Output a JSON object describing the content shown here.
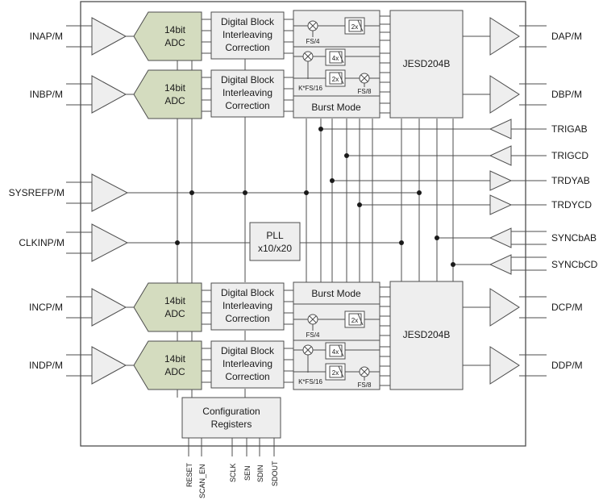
{
  "inputs": {
    "ina": "INAP/M",
    "inb": "INBP/M",
    "sysref": "SYSREFP/M",
    "clk": "CLKINP/M",
    "inc": "INCP/M",
    "ind": "INDP/M"
  },
  "outputs": {
    "da": "DAP/M",
    "db": "DBP/M",
    "trigab": "TRIGAB",
    "trigcd": "TRIGCD",
    "trdyab": "TRDYAB",
    "trdycd": "TRDYCD",
    "syncab": "SYNCbAB",
    "synccd": "SYNCbCD",
    "dc": "DCP/M",
    "dd": "DDP/M"
  },
  "adc": {
    "line1": "14bit",
    "line2": "ADC"
  },
  "dbic": {
    "line1": "Digital Block",
    "line2": "Interleaving",
    "line3": "Correction"
  },
  "dsp": {
    "fs4": "FS/4",
    "fs8": "FS/8",
    "kfs16": "K*FS/16",
    "dec2": "2x",
    "dec4": "4x"
  },
  "burst": "Burst Mode",
  "jesd": "JESD204B",
  "pll": {
    "line1": "PLL",
    "line2": "x10/x20"
  },
  "config": {
    "line1": "Configuration",
    "line2": "Registers"
  },
  "pins": [
    "RESET",
    "SCAN_EN",
    "SCLK",
    "SEN",
    "SDIN",
    "SDOUT"
  ],
  "colors": {
    "adc_fill": "#d4dcbf",
    "block_fill": "#eeeeee",
    "line": "#4d4d4d"
  }
}
